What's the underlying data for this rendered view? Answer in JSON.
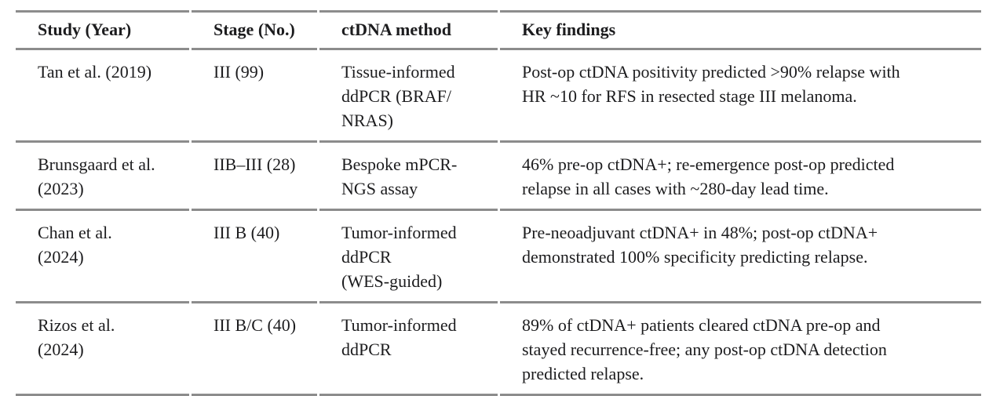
{
  "table": {
    "headers": {
      "study": "Study (Year)",
      "stage": "Stage (No.)",
      "method": "ctDNA method",
      "findings": "Key findings"
    },
    "rows": [
      {
        "study": "Tan et al. (2019)",
        "stage": "III (99)",
        "method": "Tissue-informed\nddPCR (BRAF/\nNRAS)",
        "findings": "Post-op ctDNA positivity predicted >90% relapse with\nHR ~10 for RFS in resected stage III melanoma."
      },
      {
        "study": "Brunsgaard et al.\n(2023)",
        "stage": "IIB–III (28)",
        "method": "Bespoke mPCR-\nNGS assay",
        "findings": "46% pre-op ctDNA+; re-emergence post-op predicted\nrelapse in all cases with ~280-day lead time."
      },
      {
        "study": "Chan et al.\n(2024)",
        "stage": "III B (40)",
        "method": "Tumor-informed\nddPCR\n(WES-guided)",
        "findings": "Pre-neoadjuvant ctDNA+ in 48%; post-op ctDNA+\ndemonstrated 100% specificity predicting relapse."
      },
      {
        "study": "Rizos et al.\n(2024)",
        "stage": "III B/C (40)",
        "method": "Tumor-informed\nddPCR",
        "findings": "89% of ctDNA+ patients cleared ctDNA pre-op and\nstayed recurrence-free; any post-op ctDNA detection\npredicted relapse."
      }
    ],
    "colors": {
      "rule": "#8c8c8c",
      "text": "#1c1c1e",
      "background": "#ffffff"
    }
  }
}
